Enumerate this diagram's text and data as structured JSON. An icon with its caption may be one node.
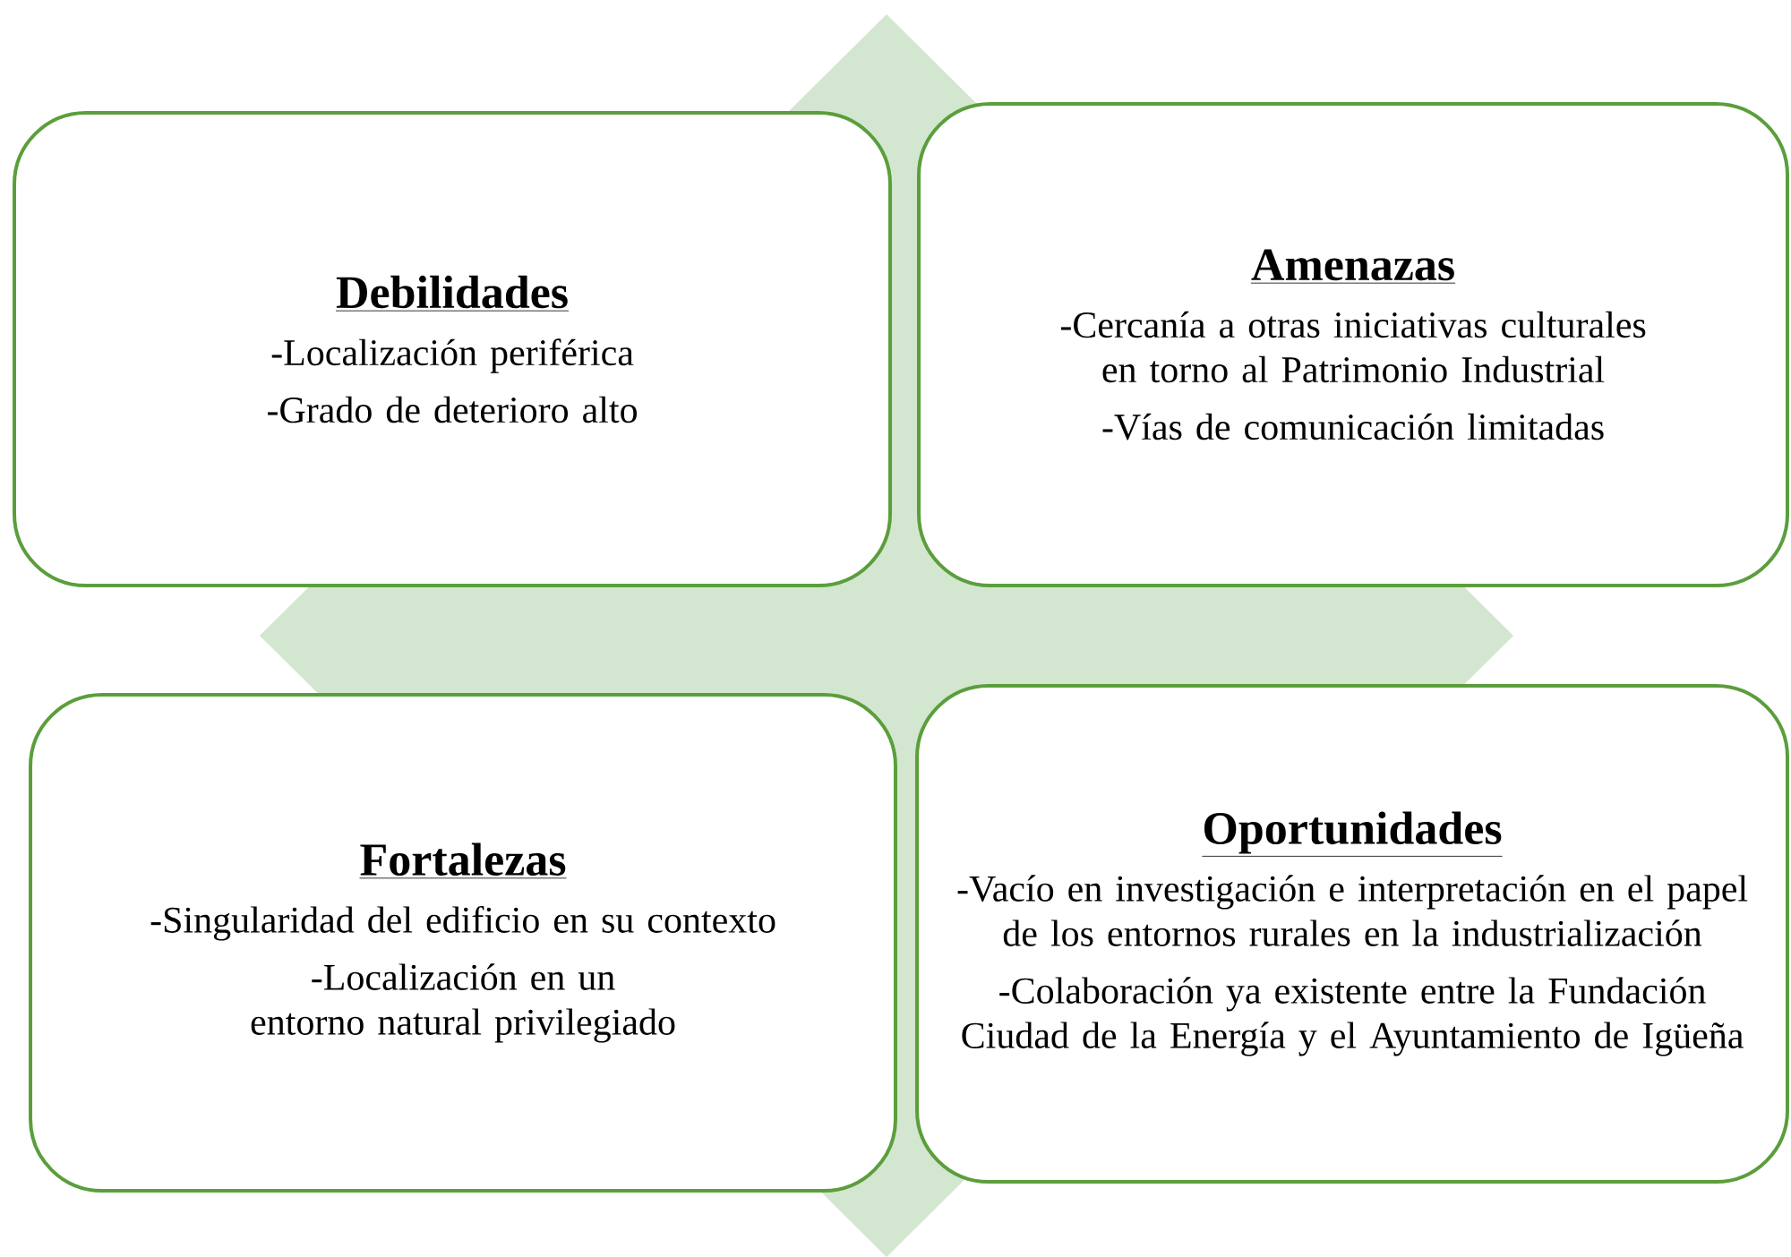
{
  "diagram": {
    "nodes": [
      {
        "text": [
          "Debilidades",
          "-Localización periférica",
          "-Grado de deterioro alto"
        ]
      },
      {
        "text": [
          "Amenazas",
          "-Cercanía a otras iniciativas culturales en torno al Patrimonio Industrial",
          "-Vías de comunicación limitadas"
        ]
      },
      {
        "text": [
          "Fortalezas",
          "-Singularidad del edificio en su contexto",
          "-Localización en un entorno natural privilegiado"
        ]
      },
      {
        "text": [
          "Oportunidades",
          "-Vacío en investigación e interpretación en el papel de los entornos rurales en la industrialización",
          "-Colaboración ya existente entre la Fundación Ciudad de la Energía y el Ayuntamiento de Igüeña"
        ]
      }
    ]
  }
}
